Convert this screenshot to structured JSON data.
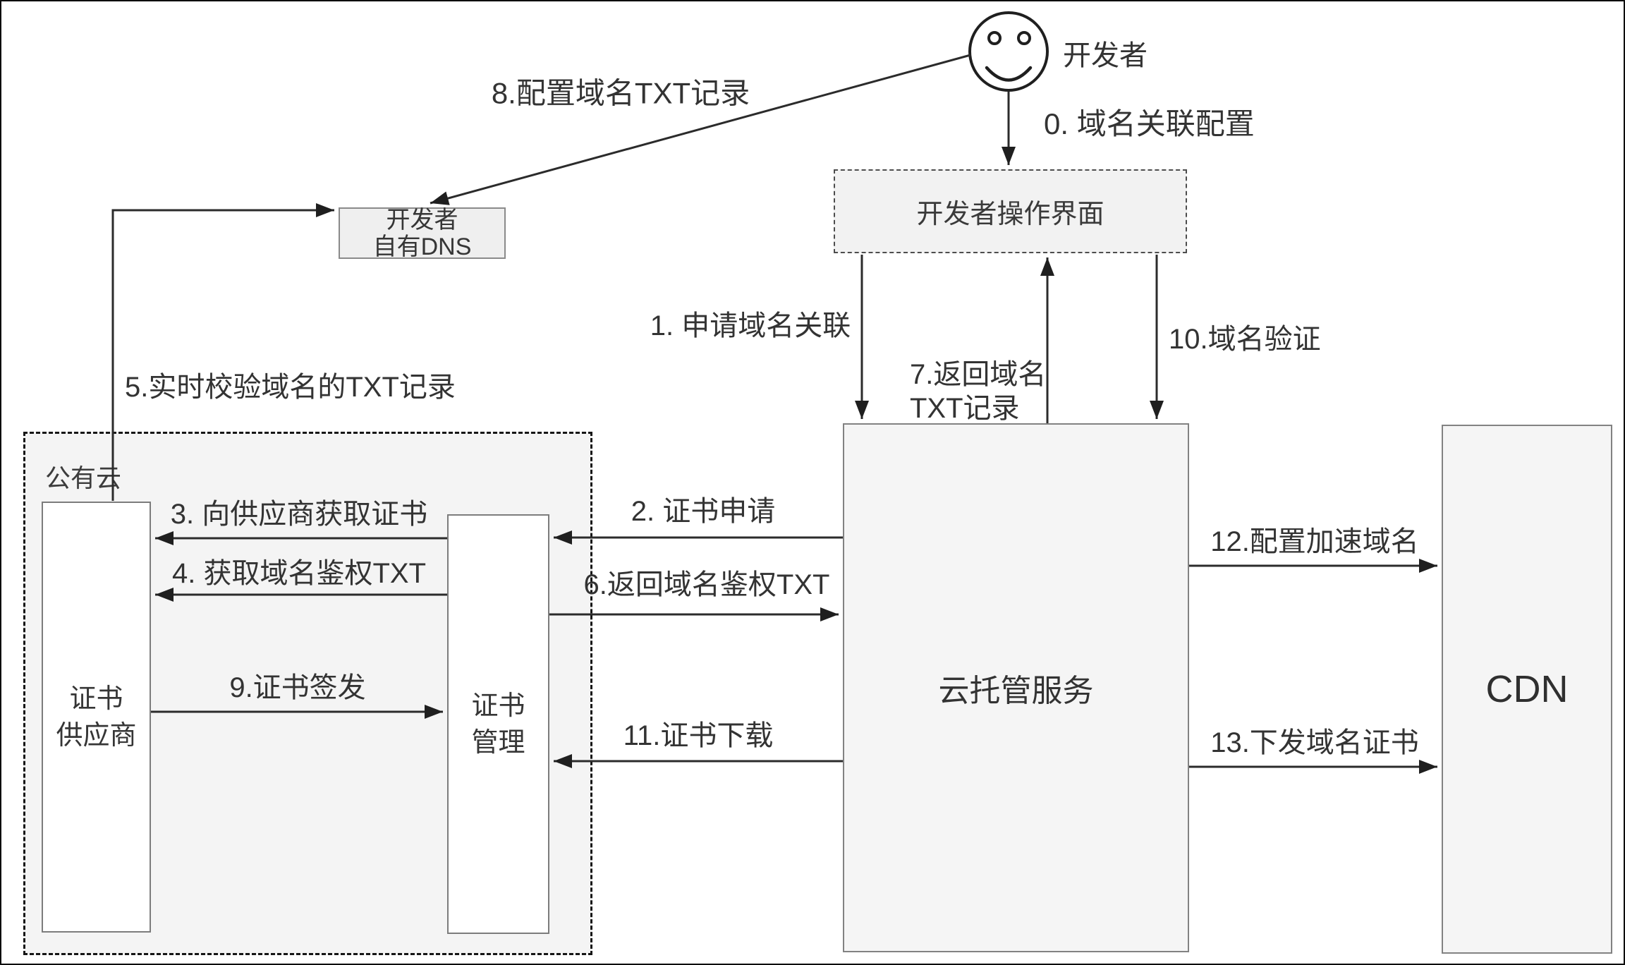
{
  "diagram": {
    "type": "flow-diagram",
    "language": "zh-CN",
    "colors": {
      "background": "#ffffff",
      "box_fill_gray": "#f2f2f2",
      "box_fill_white": "#ffffff",
      "region_fill": "#f4f4f4",
      "line": "#2b2b2b",
      "text": "#333333"
    }
  },
  "actor": {
    "label": "开发者"
  },
  "nodes": {
    "developer_dns": {
      "label": "开发者\n自有DNS"
    },
    "developer_console": {
      "label": "开发者操作界面"
    },
    "public_cloud": {
      "label": "公有云"
    },
    "cert_provider": {
      "label": "证书\n供应商"
    },
    "cert_manager": {
      "label": "证书\n管理"
    },
    "cloud_hosting": {
      "label": "云托管服务"
    },
    "cdn": {
      "label": "CDN"
    }
  },
  "flows": {
    "f0": {
      "text": "0. 域名关联配置",
      "from": "developer",
      "to": "developer_console"
    },
    "f1": {
      "text": "1. 申请域名关联",
      "from": "developer_console",
      "to": "cloud_hosting"
    },
    "f2": {
      "text": "2. 证书申请",
      "from": "cloud_hosting",
      "to": "cert_manager"
    },
    "f3": {
      "text": "3. 向供应商获取证书",
      "from": "cert_manager",
      "to": "cert_provider"
    },
    "f4": {
      "text": "4. 获取域名鉴权TXT",
      "from": "cert_manager",
      "to": "cert_provider"
    },
    "f5": {
      "text": "5.实时校验域名的TXT记录",
      "from": "cert_provider",
      "to": "developer_dns"
    },
    "f6": {
      "text": "6.返回域名鉴权TXT",
      "from": "cert_manager",
      "to": "cloud_hosting"
    },
    "f7": {
      "text": "7.返回域名\nTXT记录",
      "from": "cloud_hosting",
      "to": "developer_console"
    },
    "f8": {
      "text": "8.配置域名TXT记录",
      "from": "developer",
      "to": "developer_dns"
    },
    "f9": {
      "text": "9.证书签发",
      "from": "cert_provider",
      "to": "cert_manager"
    },
    "f10": {
      "text": "10.域名验证",
      "from": "developer_console",
      "to": "cloud_hosting"
    },
    "f11": {
      "text": "11.证书下载",
      "from": "cloud_hosting",
      "to": "cert_manager"
    },
    "f12": {
      "text": "12.配置加速域名",
      "from": "cloud_hosting",
      "to": "cdn"
    },
    "f13": {
      "text": "13.下发域名证书",
      "from": "cloud_hosting",
      "to": "cdn"
    }
  }
}
